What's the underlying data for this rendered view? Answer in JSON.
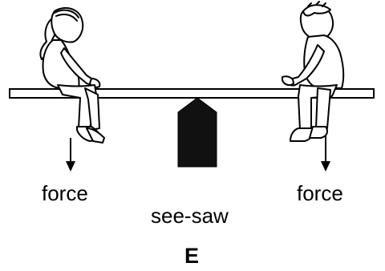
{
  "labels": {
    "force_left": "force",
    "force_right": "force",
    "seesaw": "see-saw",
    "panel": "E"
  },
  "figures": {
    "left": "girl sitting on left end of see-saw",
    "right": "boy sitting on right end of see-saw"
  },
  "icons": [
    "down-arrow-icon",
    "fulcrum-icon"
  ],
  "colors": {
    "ink": "#000000",
    "background": "#ffffff",
    "fulcrum": "#111111"
  }
}
